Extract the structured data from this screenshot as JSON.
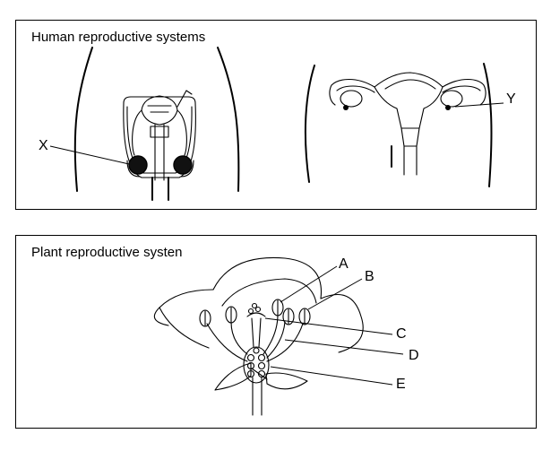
{
  "human_panel": {
    "title": "Human reproductive systems",
    "label_x": "X",
    "label_y": "Y"
  },
  "plant_panel": {
    "title": "Plant reproductive systen",
    "labels": [
      "A",
      "B",
      "C",
      "D",
      "E"
    ]
  }
}
